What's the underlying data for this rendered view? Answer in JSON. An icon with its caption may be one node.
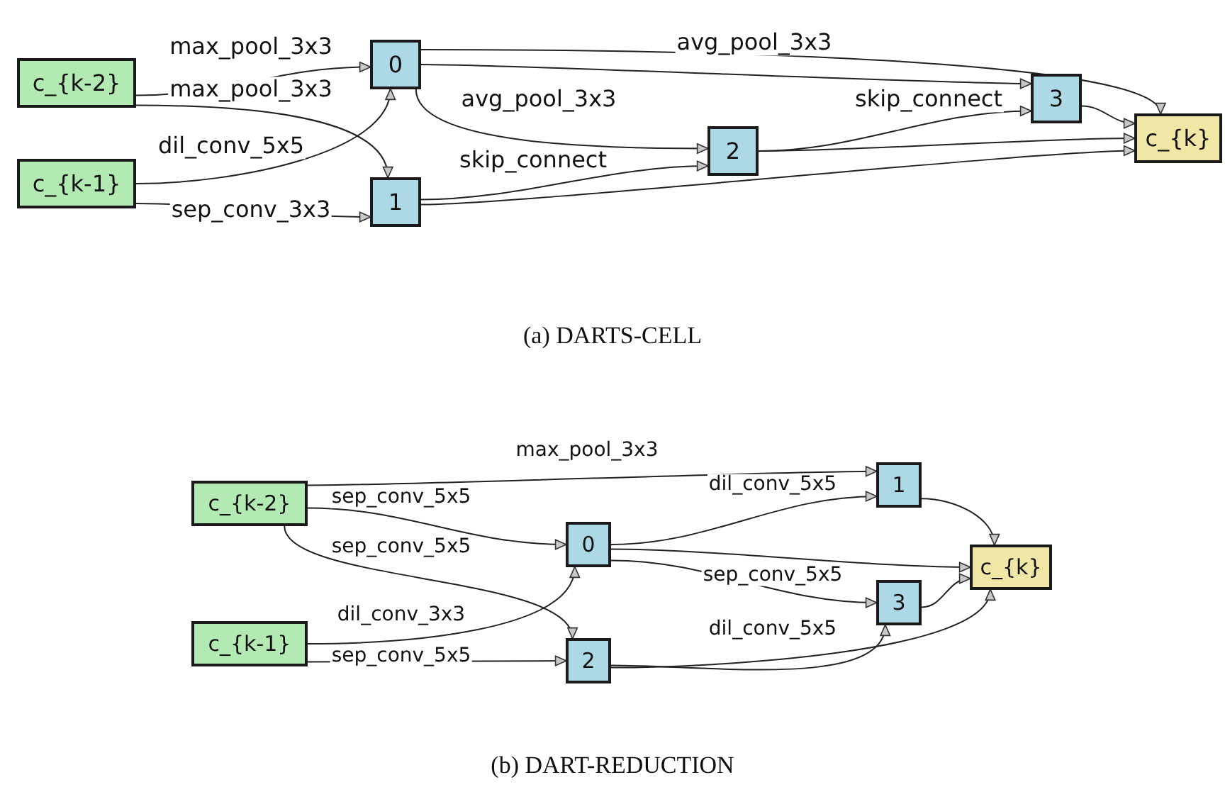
{
  "diagram": {
    "nodes": [
      {
        "text": [
          "c_{k-2}"
        ]
      },
      {
        "text": [
          "c_{k-1}"
        ]
      },
      {
        "text": [
          "0"
        ]
      },
      {
        "text": [
          "1"
        ]
      },
      {
        "text": [
          "2"
        ]
      },
      {
        "text": [
          "3"
        ]
      },
      {
        "text": [
          "c_{k}"
        ]
      },
      {
        "text": [
          "c_{k-2}"
        ]
      },
      {
        "text": [
          "c_{k-1}"
        ]
      },
      {
        "text": [
          "0"
        ]
      },
      {
        "text": [
          "1"
        ]
      },
      {
        "text": [
          "2"
        ]
      },
      {
        "text": [
          "3"
        ]
      },
      {
        "text": [
          "c_{k}"
        ]
      }
    ],
    "edges": [
      {
        "from": 0,
        "to": 2,
        "arrow": "to",
        "label": "max_pool_3x3"
      },
      {
        "from": 0,
        "to": 3,
        "arrow": "to",
        "label": "max_pool_3x3"
      },
      {
        "from": 1,
        "to": 2,
        "arrow": "to",
        "label": "dil_conv_5x5"
      },
      {
        "from": 1,
        "to": 3,
        "arrow": "to",
        "label": "sep_conv_3x3"
      },
      {
        "from": 2,
        "to": 6,
        "arrow": "to"
      },
      {
        "from": 2,
        "to": 5,
        "arrow": "to",
        "label": "avg_pool_3x3"
      },
      {
        "from": 2,
        "to": 4,
        "arrow": "to",
        "label": "avg_pool_3x3"
      },
      {
        "from": 3,
        "to": 4,
        "arrow": "to",
        "label": "skip_connect"
      },
      {
        "from": 4,
        "to": 5,
        "arrow": "to",
        "label": "skip_connect"
      },
      {
        "from": 4,
        "to": 6,
        "arrow": "to"
      },
      {
        "from": 3,
        "to": 6,
        "arrow": "to"
      },
      {
        "from": 5,
        "to": 6,
        "arrow": "to"
      },
      {
        "from": 7,
        "to": 10,
        "arrow": "to",
        "label": "max_pool_3x3"
      },
      {
        "from": 7,
        "to": 9,
        "arrow": "to",
        "label": "sep_conv_5x5"
      },
      {
        "from": 7,
        "to": 11,
        "arrow": "to",
        "label": "sep_conv_5x5"
      },
      {
        "from": 8,
        "to": 9,
        "arrow": "to",
        "label": "dil_conv_3x3"
      },
      {
        "from": 8,
        "to": 11,
        "arrow": "to",
        "label": "sep_conv_5x5"
      },
      {
        "from": 9,
        "to": 10,
        "arrow": "to",
        "label": "dil_conv_5x5"
      },
      {
        "from": 9,
        "to": 13,
        "arrow": "to"
      },
      {
        "from": 9,
        "to": 12,
        "arrow": "to",
        "label": "sep_conv_5x5"
      },
      {
        "from": 11,
        "to": 12,
        "arrow": "to",
        "label": "dil_conv_5x5"
      },
      {
        "from": 11,
        "to": 13,
        "arrow": "to"
      },
      {
        "from": 10,
        "to": 13,
        "arrow": "to"
      },
      {
        "from": 12,
        "to": 13,
        "arrow": "to"
      }
    ],
    "labels": [
      "(a) DARTS-CELL",
      "(b) DART-REDUCTION"
    ]
  }
}
